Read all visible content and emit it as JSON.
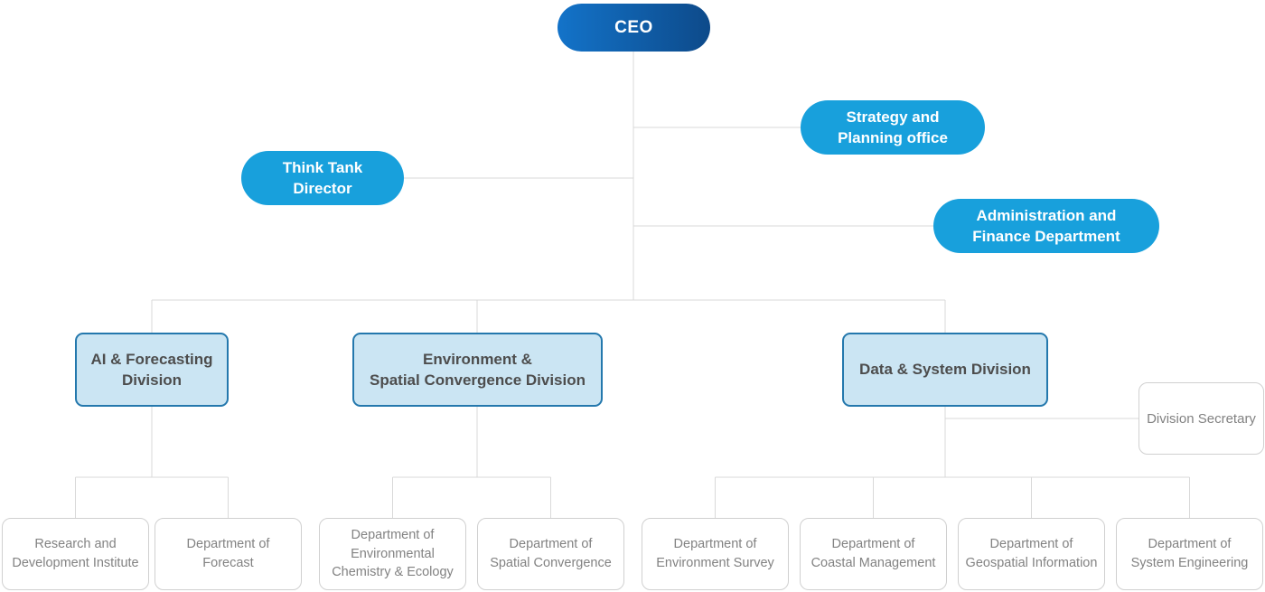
{
  "org": {
    "ceo": {
      "label": "CEO"
    },
    "offices": [
      {
        "id": "strategy-planning-office",
        "label": "Strategy and\nPlanning office"
      },
      {
        "id": "think-tank-director",
        "label": "Think Tank\nDirector"
      },
      {
        "id": "administration-finance-department",
        "label": "Administration and\nFinance Department"
      }
    ],
    "divisions": [
      {
        "id": "ai-forecasting-division",
        "label": "AI & Forecasting\nDivision",
        "departments": [
          "Research and\nDevelopment Institute",
          "Department of\nForecast"
        ]
      },
      {
        "id": "environment-spatial-convergence-division",
        "label": "Environment &\nSpatial Convergence Division",
        "departments": [
          "Department of\nEnvironmental\nChemistry & Ecology",
          "Department of\nSpatial Convergence"
        ]
      },
      {
        "id": "data-system-division",
        "label": "Data & System Division",
        "secretary": {
          "label": "Division Secretary"
        },
        "departments": [
          "Department of\nEnvironment Survey",
          "Department of\nCoastal Management",
          "Department of\nGeospatial Information",
          "Department of\nSystem Engineering"
        ]
      }
    ]
  },
  "colors": {
    "ceo_gradient_start": "#1373c9",
    "ceo_gradient_end": "#0d4a8a",
    "office_pill_blue": "#18a0dc",
    "division_fill": "#cbe5f3",
    "division_border": "#2478ad",
    "division_text": "#4d4d4d",
    "department_border": "#d0d0d0",
    "department_text": "#828282",
    "connector_line": "#d9d9d9"
  }
}
